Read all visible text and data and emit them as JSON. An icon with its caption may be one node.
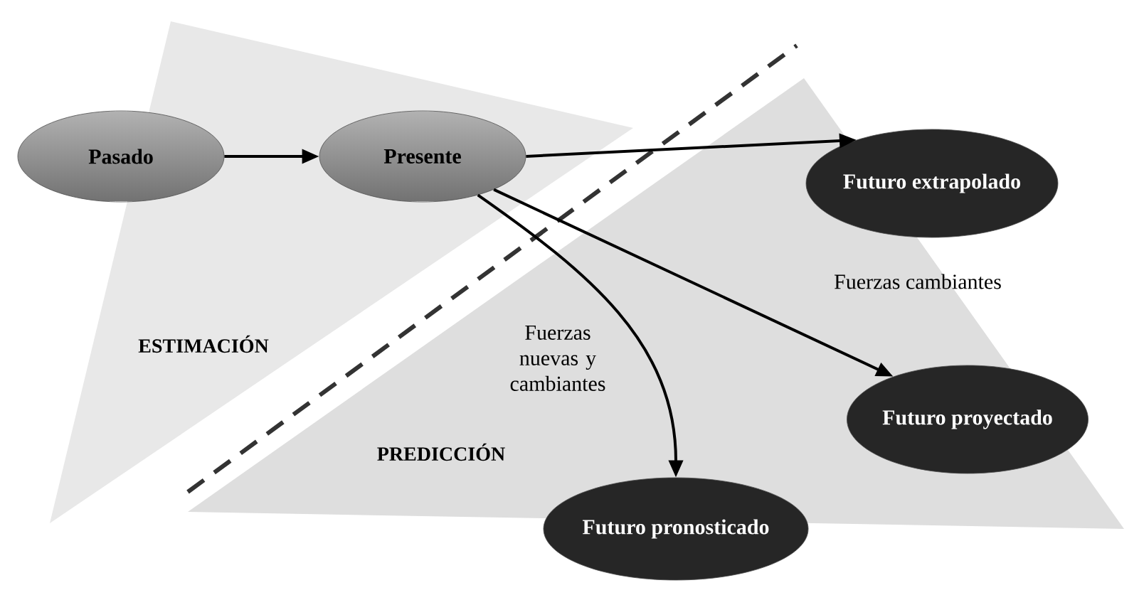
{
  "diagram": {
    "nodes": [
      {
        "text": [
          "Pasado"
        ]
      },
      {
        "text": [
          "Presente"
        ]
      },
      {
        "text": [
          "Futuro extrapolado"
        ]
      },
      {
        "text": [
          "Futuro proyectado"
        ]
      },
      {
        "text": [
          "Futuro pronosticado"
        ]
      }
    ],
    "edges": [
      {
        "from": 0,
        "to": 1,
        "arrow": "to"
      },
      {
        "from": 1,
        "to": 2,
        "arrow": "to"
      },
      {
        "from": 1,
        "to": 3,
        "arrow": "to"
      },
      {
        "from": 1,
        "to": 4,
        "arrow": "to"
      }
    ],
    "labels": [
      "Fuerzas cambiantes",
      "ESTIMACIÓN",
      "Fuerzas nuevas y cambiantes",
      "PREDICCIÓN"
    ]
  }
}
